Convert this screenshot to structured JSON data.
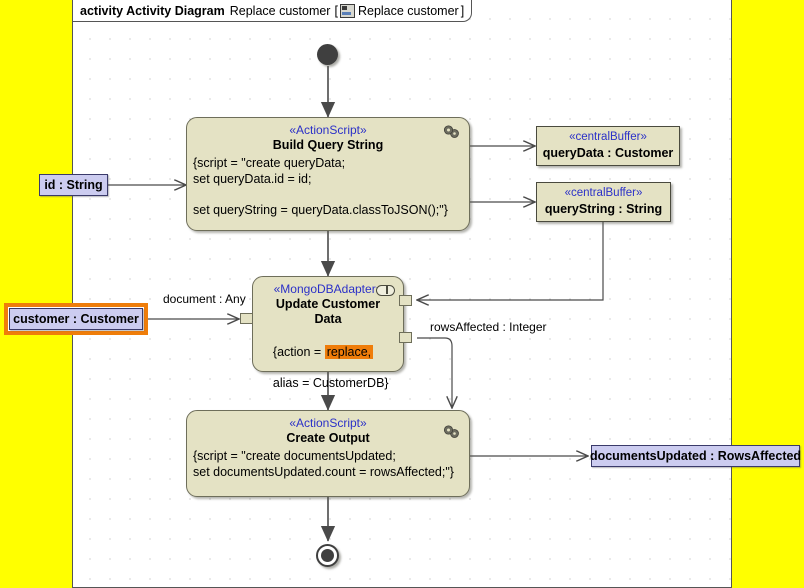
{
  "frame": {
    "keyword": "activity Activity Diagram",
    "name": "Replace customer",
    "bracket_open": "[",
    "bracket_close": "]",
    "inner_name": "Replace customer",
    "icon": "activity-diagram-icon"
  },
  "colors": {
    "canvas": "#ffff00",
    "diagram_bg": "#ffffff",
    "action_fill": "#e4e2c4",
    "param_fill": "#ccccf0",
    "stereotype_text": "#2b30c8",
    "selection": "#ef7d0a"
  },
  "nodes": {
    "initial": {
      "name": "initial-node"
    },
    "final": {
      "name": "activity-final-node"
    },
    "build_query": {
      "stereotype": "«ActionScript»",
      "title": "Build Query String",
      "body": "{script = \"create queryData;\nset queryData.id = id;\n\nset queryString = queryData.classToJSON();\"}",
      "icon": "cog-pair-icon"
    },
    "update_customer": {
      "stereotype": "«MongoDBAdapter»",
      "title_line1": "Update Customer",
      "title_line2": "Data",
      "body_prefix": "{action = ",
      "body_highlight": "replace,",
      "body_suffix": "alias = CustomerDB}",
      "icon": "adapter-pill-icon"
    },
    "create_output": {
      "stereotype": "«ActionScript»",
      "title": "Create Output",
      "body": "{script = \"create documentsUpdated;\nset documentsUpdated.count = rowsAffected;\"}",
      "icon": "cog-pair-icon"
    },
    "query_data_buffer": {
      "stereotype": "«centralBuffer»",
      "label": "queryData : Customer"
    },
    "query_string_buffer": {
      "stereotype": "«centralBuffer»",
      "label": "queryString : String"
    }
  },
  "parameters": {
    "id_param": {
      "label": "id : String",
      "selected": false
    },
    "customer_param": {
      "label": "customer : Customer",
      "selected": true
    },
    "documents_updated_param": {
      "label": "documentsUpdated : RowsAffected",
      "selected": false
    }
  },
  "edge_labels": {
    "document_any": "document : Any",
    "rows_affected": "rowsAffected : Integer"
  }
}
